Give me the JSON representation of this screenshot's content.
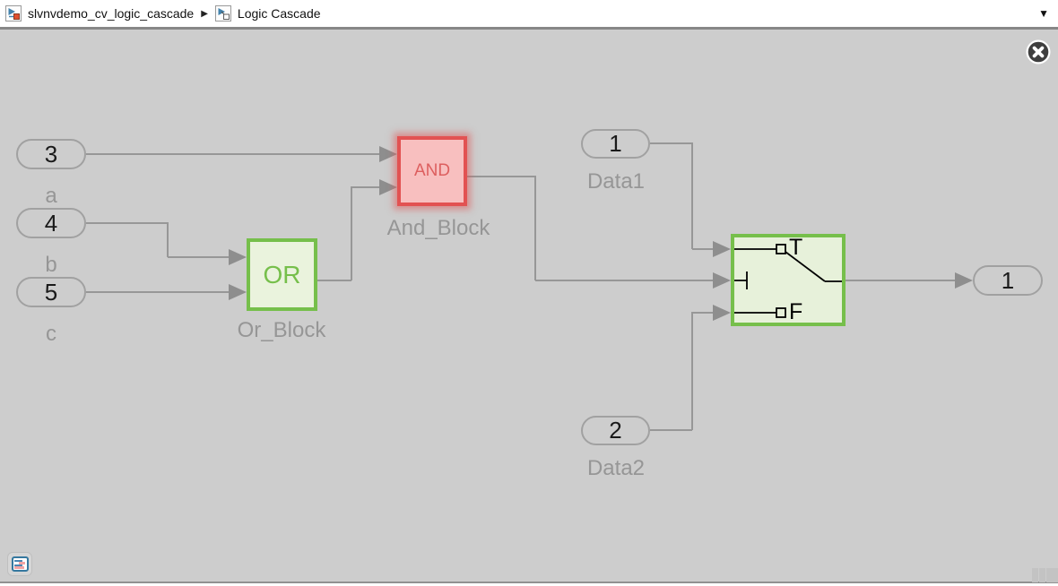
{
  "breadcrumb": {
    "model_name": "slvnvdemo_cv_logic_cascade",
    "separator": "▶",
    "subsystem_name": "Logic Cascade"
  },
  "icons": {
    "caret": "▼"
  },
  "canvas": {
    "inports": [
      {
        "value": "3",
        "label": "a"
      },
      {
        "value": "4",
        "label": "b"
      },
      {
        "value": "5",
        "label": "c"
      }
    ],
    "or_block": {
      "text": "OR",
      "label": "Or_Block"
    },
    "and_block": {
      "text": "AND",
      "label": "And_Block"
    },
    "constants": [
      {
        "value": "1",
        "label": "Data1"
      },
      {
        "value": "2",
        "label": "Data2"
      }
    ],
    "switch_block": {
      "true_label": "T",
      "false_label": "F"
    },
    "outport": {
      "value": "1"
    }
  },
  "colors": {
    "canvas_bg": "#cdcdcd",
    "bar_bg": "#ffffff",
    "bar_border": "#878787",
    "green": "#76bf4b",
    "green_fill": "#eaf3dd",
    "switch_fill": "#e7f1da",
    "red": "#e25252",
    "red_fill": "#f8bfbf",
    "red_text": "#dd5f5f",
    "gray_label": "#969696",
    "wire": "#979797",
    "arrow": "#8e8e8e",
    "pill_border": "#a1a1a1"
  }
}
